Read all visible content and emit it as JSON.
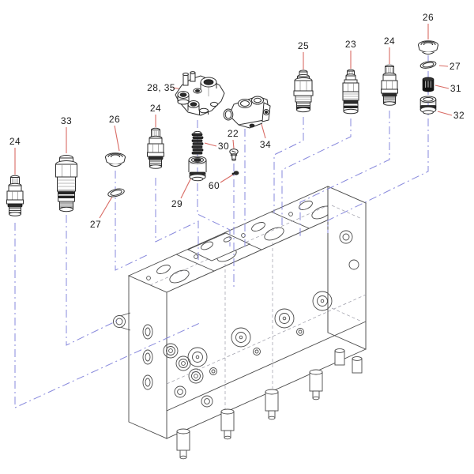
{
  "figure": {
    "type": "exploded-parts-diagram",
    "subject": "hydraulic-control-valve-assembly",
    "colors": {
      "background": "#ffffff",
      "linework": "#4a4a4a",
      "hidden_linework": "#9a9aa6",
      "leader_line": "#d96b64",
      "centerline": "#8788dc",
      "label_text": "#1c1c1c"
    }
  },
  "callouts": [
    {
      "label": "24"
    },
    {
      "label": "33"
    },
    {
      "label": "26"
    },
    {
      "label": "27"
    },
    {
      "label": "24"
    },
    {
      "label": "28, 35"
    },
    {
      "label": "30"
    },
    {
      "label": "29"
    },
    {
      "label": "22"
    },
    {
      "label": "60"
    },
    {
      "label": "34"
    },
    {
      "label": "25"
    },
    {
      "label": "23"
    },
    {
      "label": "24"
    },
    {
      "label": "26"
    },
    {
      "label": "27"
    },
    {
      "label": "31"
    },
    {
      "label": "32"
    }
  ]
}
